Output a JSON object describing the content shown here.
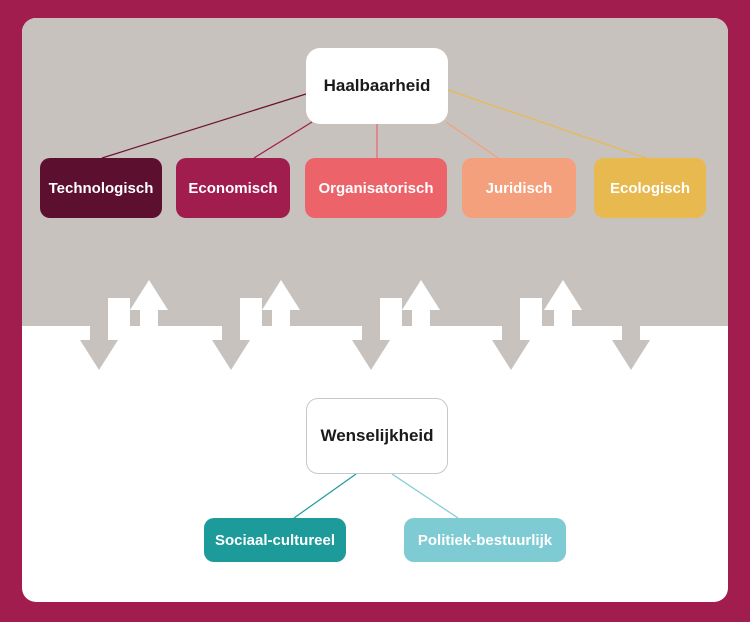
{
  "colors": {
    "frame": "#a11d4e",
    "upper_bg": "#c7c2bd",
    "lower_bg": "#ffffff",
    "arrow": "#c7c2bd"
  },
  "top": {
    "label": "Haalbaarheid",
    "dimensions": [
      {
        "label": "Technologisch",
        "color": "#5c0f2e",
        "line_color": "#6b1233"
      },
      {
        "label": "Economisch",
        "color": "#a11d4e",
        "line_color": "#a11d4e"
      },
      {
        "label": "Organisatorisch",
        "color": "#ed636a",
        "line_color": "#ed636a"
      },
      {
        "label": "Juridisch",
        "color": "#f4a07c",
        "line_color": "#f4a07c"
      },
      {
        "label": "Ecologisch",
        "color": "#e8b94f",
        "line_color": "#e8b94f"
      }
    ]
  },
  "bottom": {
    "label": "Wenselijkheid",
    "dimensions": [
      {
        "label": "Sociaal-cultureel",
        "color": "#1d9a9a",
        "line_color": "#1d9a9a"
      },
      {
        "label": "Politiek-bestuurlijk",
        "color": "#7ecbd3",
        "line_color": "#7ecbd3"
      }
    ]
  }
}
